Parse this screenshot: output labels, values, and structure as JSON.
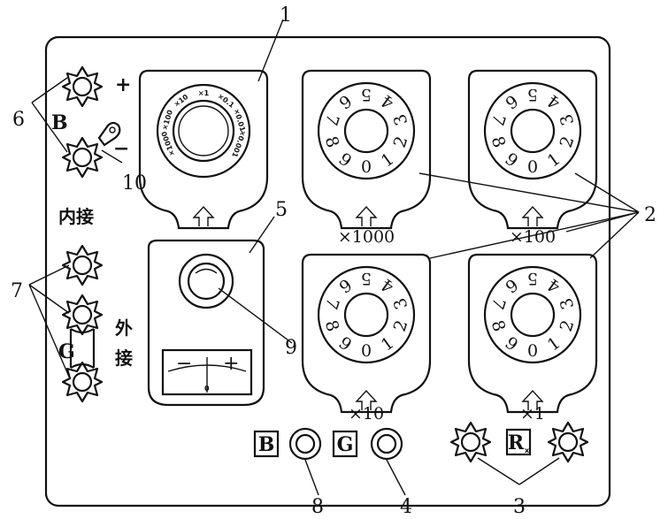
{
  "callouts": {
    "c1": "1",
    "c2": "2",
    "c3": "3",
    "c4": "4",
    "c5": "5",
    "c6": "6",
    "c7": "7",
    "c8": "8",
    "c9": "9",
    "c10": "10"
  },
  "battery_terminals": {
    "label": "B",
    "plus": "+",
    "minus": "−"
  },
  "galvanometer_terminals": {
    "internal": "内接",
    "external_1": "外",
    "external_2": "接",
    "g": "G"
  },
  "dial_digits": [
    "0",
    "1",
    "2",
    "3",
    "4",
    "5",
    "6",
    "7",
    "8",
    "9"
  ],
  "dials": [
    {
      "multiplier": "×1000"
    },
    {
      "multiplier": "×100"
    },
    {
      "multiplier": "×10"
    },
    {
      "multiplier": "×1"
    }
  ],
  "ratio_arm": {
    "ratios": [
      "×1000",
      "×100",
      "×10",
      "×1",
      "×0.1",
      "×0.01",
      "×0.001"
    ]
  },
  "bottom_buttons": {
    "b": "B",
    "g": "G",
    "rx": "R",
    "rx_sub": "x"
  },
  "meter": {
    "minus": "−",
    "plus": "+",
    "zero": "0"
  }
}
